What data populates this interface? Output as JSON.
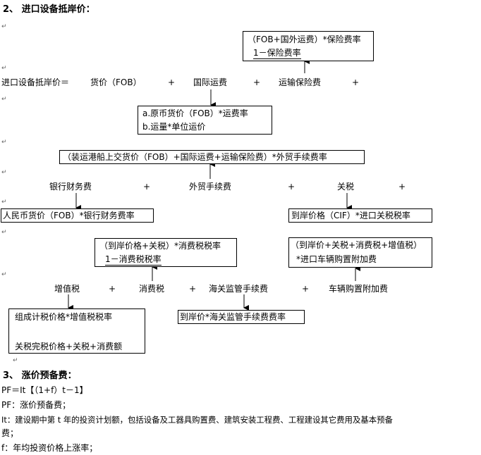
{
  "section2": {
    "heading": "2、 进口设备抵岸价："
  },
  "insurance_box": {
    "numerator": "（FOB+国外运费）*保险费率",
    "denominator": "1－保险费率"
  },
  "main_formula": {
    "label": "进口设备抵岸价＝",
    "term1": "货价（FOB）",
    "term2": "国际运费",
    "term3": "运输保险费",
    "plus": "+"
  },
  "freight_box": {
    "line1": "a.原币货价（FOB）*运费率",
    "line2": "b.运量*单位运价"
  },
  "trade_fee_box": {
    "text": "（装运港船上交货价（FOB）+国际运费+运输保险费）*外贸手续费率"
  },
  "row2": {
    "term1": "银行财务费",
    "term2": "外贸手续费",
    "term3": "关税",
    "plus": "+"
  },
  "bank_fee_box": {
    "text": "人民币货价（FOB）*银行财务费率"
  },
  "tariff_box": {
    "text": "到岸价格（CIF）*进口关税税率"
  },
  "consumption_box": {
    "numerator": "（到岸价格+关税）*消费税税率",
    "denominator": "1－消费税税率"
  },
  "vehicle_box": {
    "line1": "（到岸价+关税+消费税+增值税）",
    "line2": "*进口车辆购置附加费"
  },
  "row3": {
    "term1": "增值税",
    "term2": "消费税",
    "term3": "海关监管手续费",
    "term4": "车辆购置附加费",
    "plus": "+"
  },
  "vat_box": {
    "line1": "组成计税价格*增值税税率",
    "line2": "关税完税价格+关税+消费额"
  },
  "customs_box": {
    "text": "到岸价*海关监管手续费费率"
  },
  "section3": {
    "heading": "3、 涨价预备费：",
    "formula": "PF＝It【（1+f）t－1】",
    "pf_def": "PF：涨价预备费；",
    "it_def_line1": "It：建设期中第 t 年的投资计划额，包括设备及工器具购置费、建筑安装工程费、工程建设其它费用及基本预备",
    "it_def_line2": "费；",
    "f_def": "f：年均投资价格上涨率；"
  },
  "paragraph_mark": "↵"
}
